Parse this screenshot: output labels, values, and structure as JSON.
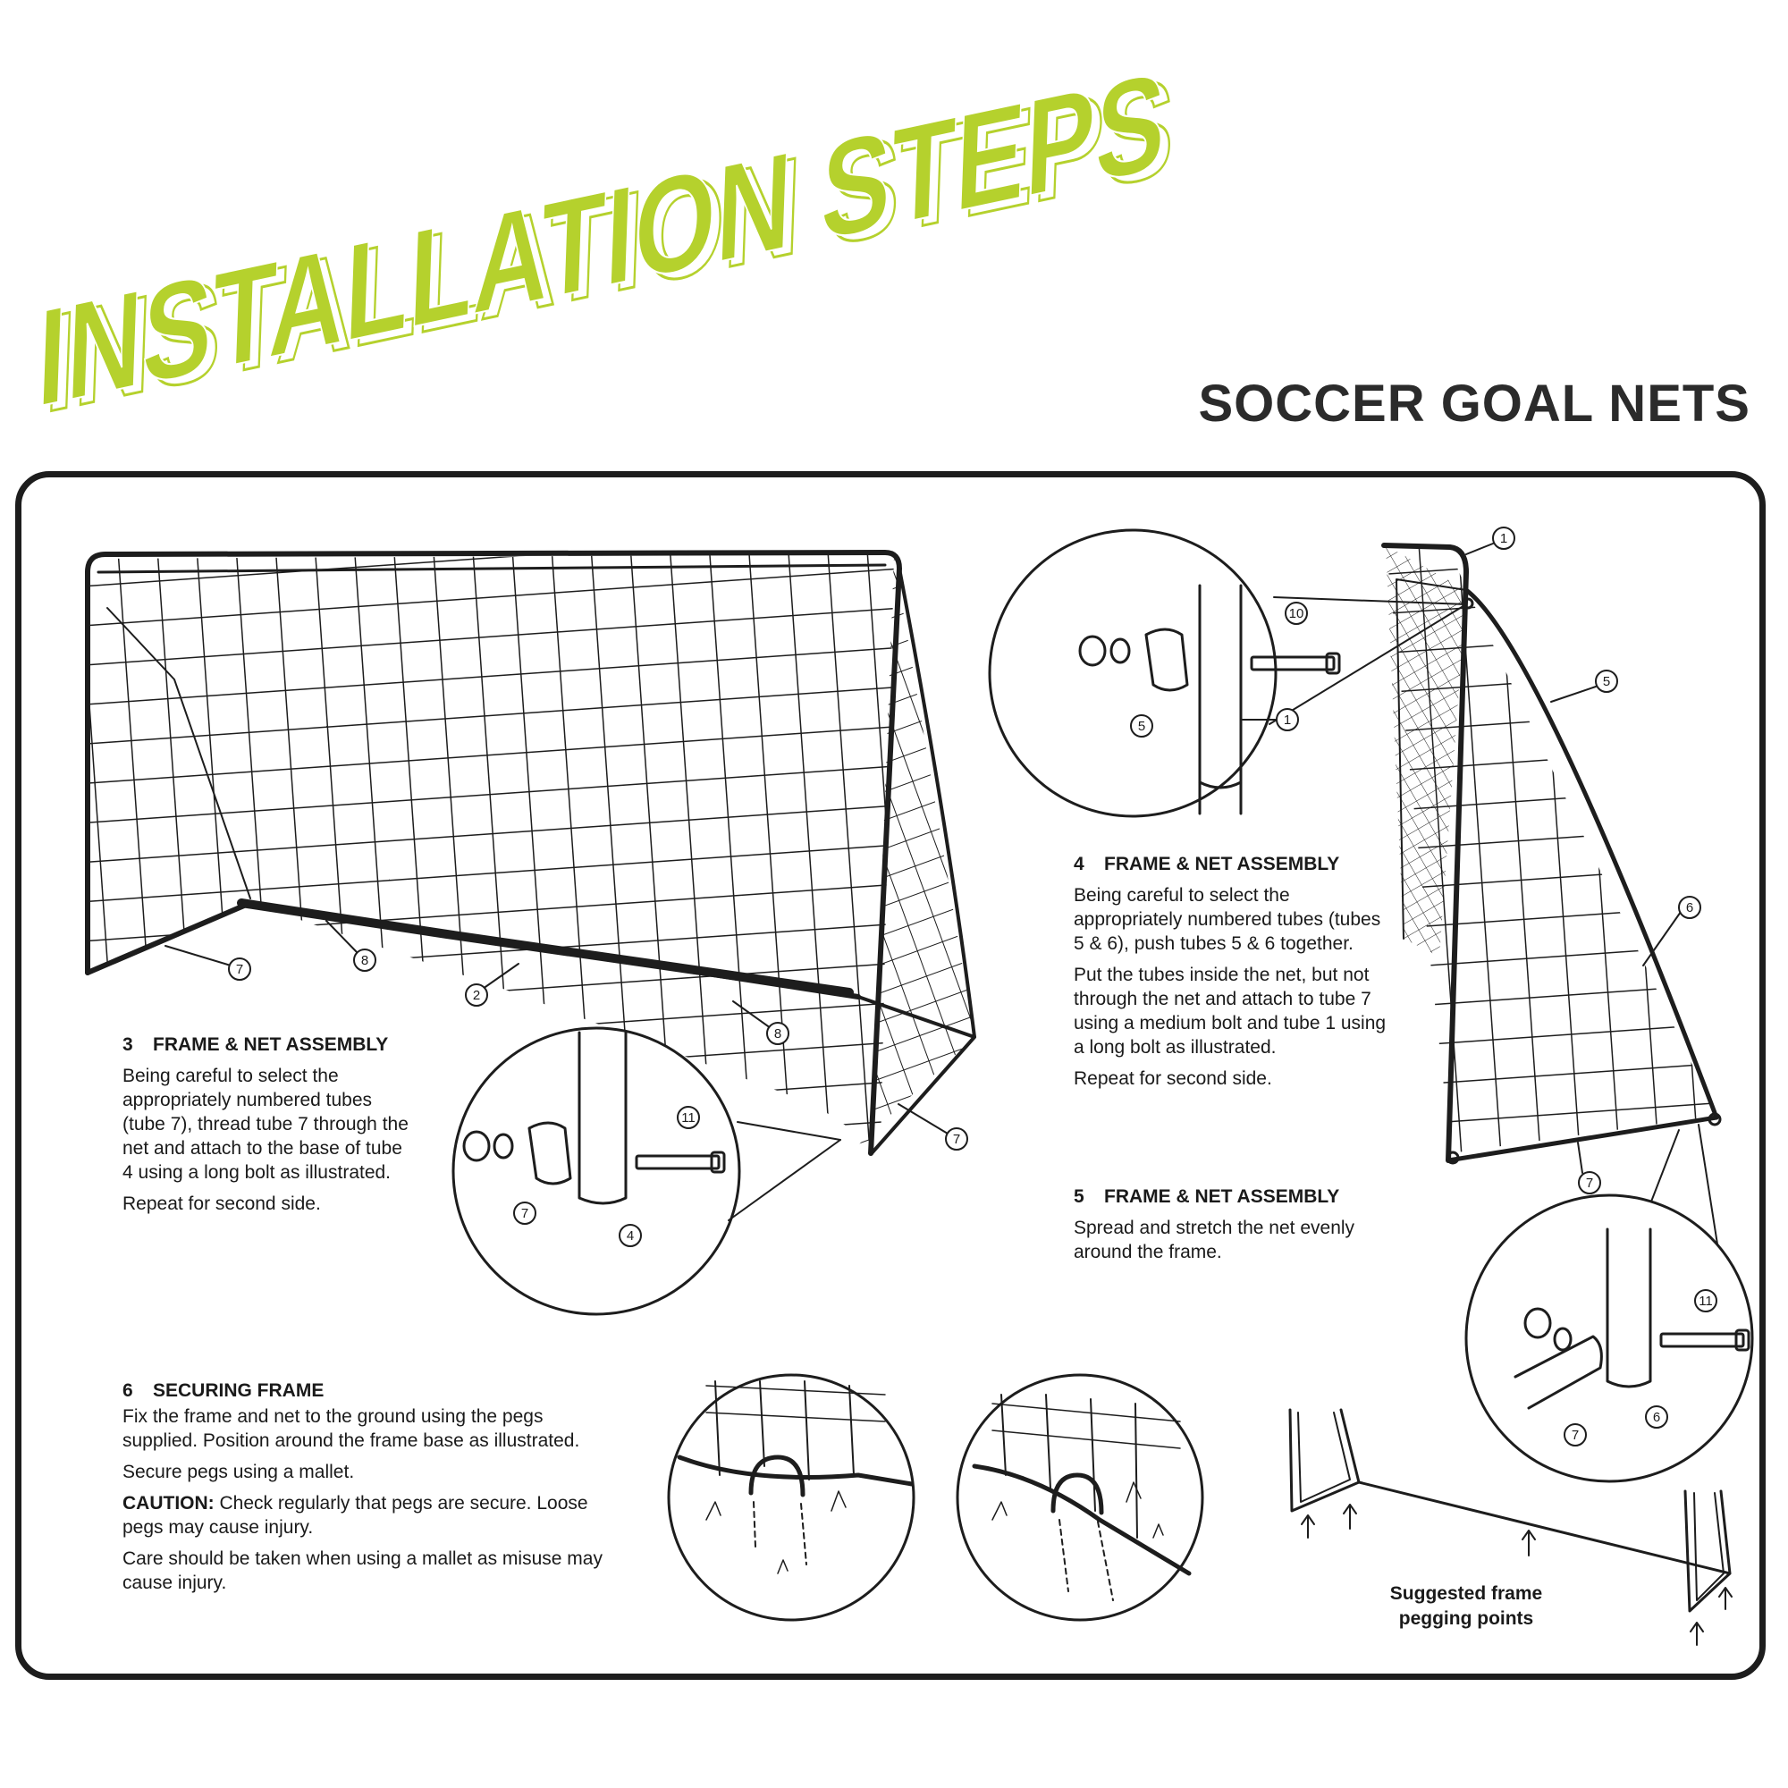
{
  "header": {
    "title": "INSTALLATION STEPS",
    "subtitle": "SOCCER GOAL NETS"
  },
  "colors": {
    "accent": "#b5d12d",
    "ink": "#1d1d1d"
  },
  "steps": [
    {
      "number": "3",
      "title": "FRAME & NET ASSEMBLY",
      "paragraphs": [
        "Being careful to select the appropriately numbered tubes (tube 7), thread tube 7 through the net and attach to the base of tube 4 using a long bolt as illustrated.",
        "Repeat for second side."
      ]
    },
    {
      "number": "4",
      "title": "FRAME & NET ASSEMBLY",
      "paragraphs": [
        "Being careful to select the appropriately numbered tubes (tubes 5 & 6), push tubes 5 & 6 together.",
        "Put the tubes inside the net, but not through the net and attach to tube 7 using a medium bolt and tube 1 using a long bolt as illustrated.",
        "Repeat for second side."
      ]
    },
    {
      "number": "5",
      "title": "FRAME & NET ASSEMBLY",
      "paragraphs": [
        "Spread and stretch the net evenly around the frame."
      ]
    },
    {
      "number": "6",
      "title": "SECURING FRAME",
      "paragraphs": [
        "Fix the frame and net to the ground using the pegs supplied. Position around the frame base as illustrated.",
        "Secure pegs using a mallet."
      ],
      "caution_label": "CAUTION:",
      "caution_text": " Check regularly that pegs are secure. Loose pegs may cause injury.",
      "final_paragraph": "Care should be taken when using a mallet as misuse may cause injury."
    }
  ],
  "pegging_caption": {
    "line1": "Suggested frame",
    "line2": "pegging points"
  },
  "part_labels": {
    "goal_front": [
      "7",
      "8",
      "2",
      "8",
      "7"
    ],
    "detail_step3": [
      "11",
      "7",
      "4"
    ],
    "detail_step4": [
      "10",
      "5",
      "1"
    ],
    "side_frame": [
      "1",
      "5",
      "6",
      "7"
    ],
    "detail_side_bottom": [
      "11",
      "7",
      "6"
    ]
  }
}
